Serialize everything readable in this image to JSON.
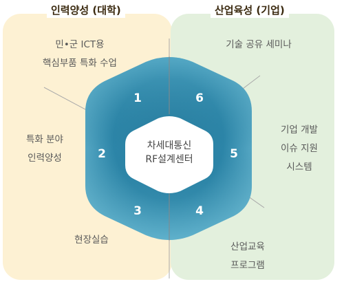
{
  "groups": {
    "university": {
      "title": "인력양성 (대학)"
    },
    "industry": {
      "title": "산업육성 (기업)"
    }
  },
  "center": {
    "line1": "차세대통신",
    "line2": "RF설계센터"
  },
  "segments": [
    {
      "number": "1",
      "label_lines": [
        "민•군 ICT용",
        "핵심부품 특화 수업"
      ]
    },
    {
      "number": "2",
      "label_lines": [
        "특화 분야",
        "인력양성"
      ]
    },
    {
      "number": "3",
      "label_lines": [
        "현장실습"
      ]
    },
    {
      "number": "4",
      "label_lines": [
        "산업교육",
        "프로그램"
      ]
    },
    {
      "number": "5",
      "label_lines": [
        "기업 개발",
        "이슈 지원",
        "시스템"
      ]
    },
    {
      "number": "6",
      "label_lines": [
        "기술 공유 세미나"
      ]
    }
  ],
  "colors": {
    "university_panel": "#fdf1d3",
    "industry_panel": "#e3f0dd",
    "hexagon_light": "#6bb7cf",
    "hexagon_dark": "#1f7494"
  }
}
